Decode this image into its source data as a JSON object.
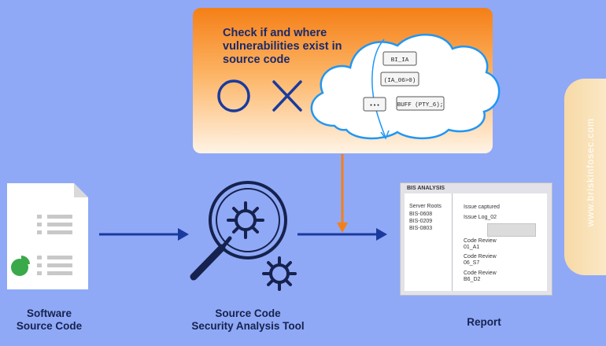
{
  "callout": {
    "text": "Check if and where vulnerabilities exist in source code",
    "cloud_items": [
      "BI_IA",
      "(IA_06>0)",
      "•••",
      "BUFF (PTY_6);"
    ]
  },
  "steps": {
    "source_label": "Software\nSource Code",
    "tool_label": "Source Code\nSecurity Analysis Tool",
    "report_label": "Report"
  },
  "report": {
    "title": "BIS ANALYSIS",
    "left_header": "Server Roots",
    "left_items": [
      "BIS-0608",
      "BIS-0209",
      "BIS-0803"
    ],
    "issue_captured": "Issue captured",
    "issue_log": "Issue Log_02",
    "reviews": [
      {
        "title": "Code Review",
        "id": "01_A1"
      },
      {
        "title": "Code Review",
        "id": "06_S7"
      },
      {
        "title": "Code Review",
        "id": "B6_D2"
      }
    ]
  },
  "watermark": "www.briskinfosec.com",
  "colors": {
    "background": "#8fa9f7",
    "navy": "#16224e",
    "arrow_blue": "#1a3a9e",
    "orange": "#f57f17",
    "cloud_stroke": "#2196f3"
  },
  "icons": [
    "document-chart-icon",
    "magnifier-gear-icon",
    "circle-icon",
    "x-icon",
    "cloud-icon"
  ]
}
